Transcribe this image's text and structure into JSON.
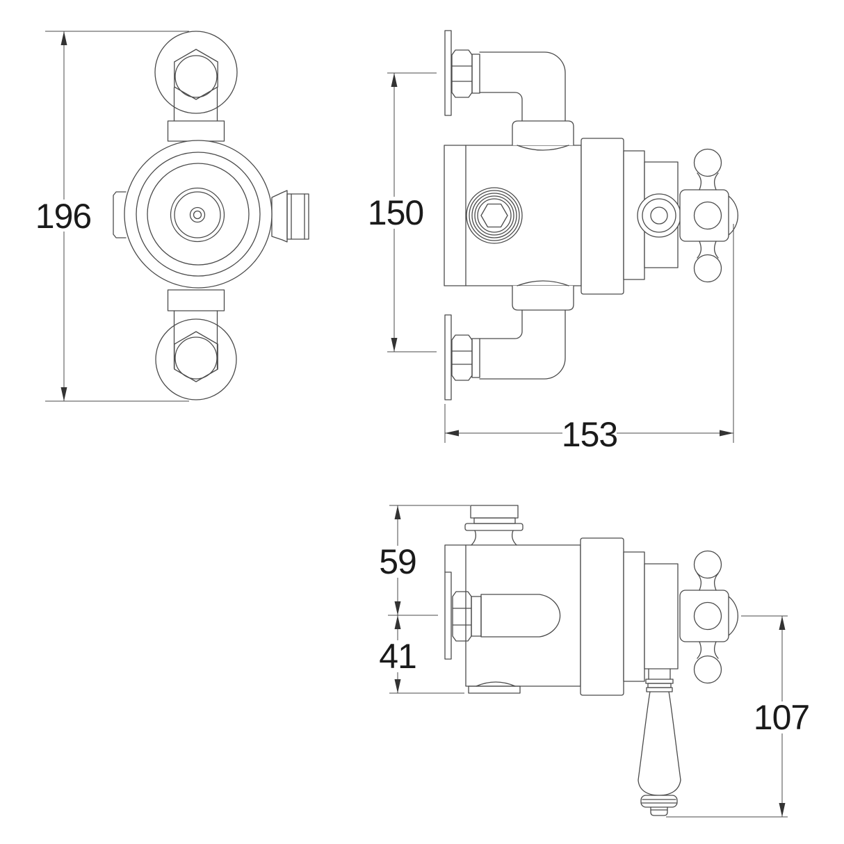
{
  "drawing": {
    "type": "technical-dimension-drawing",
    "subject": "thermostatic shower valve, three orthographic views",
    "colors": {
      "background": "#ffffff",
      "line": "#4a4a4a",
      "text": "#1a1a1a"
    }
  },
  "dimensions": {
    "d196": {
      "label": "196"
    },
    "d150": {
      "label": "150"
    },
    "d153": {
      "label": "153"
    },
    "d59": {
      "label": "59"
    },
    "d41": {
      "label": "41"
    },
    "d107": {
      "label": "107"
    }
  }
}
